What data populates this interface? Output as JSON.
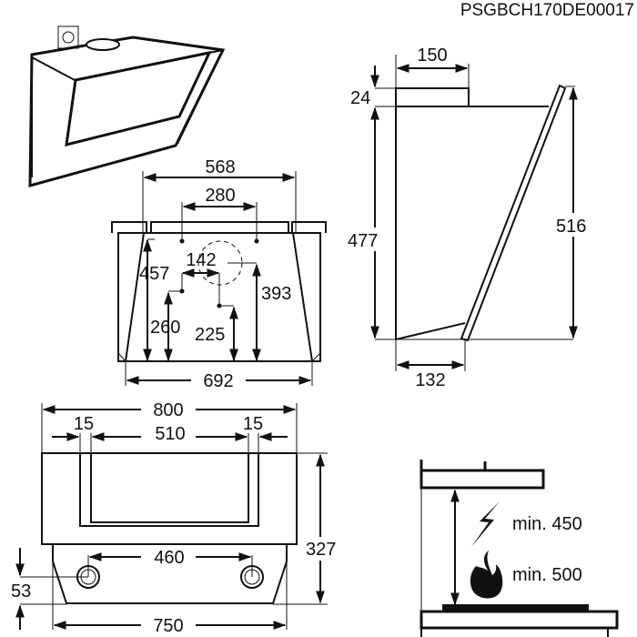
{
  "document_code": "PSGBCH170DE00017",
  "front_view": {
    "width_568": "568",
    "width_280": "280",
    "height_457": "457",
    "offset_142": "142",
    "height_393": "393",
    "height_260": "260",
    "height_225": "225",
    "width_692": "692"
  },
  "side_view": {
    "depth_150": "150",
    "height_24": "24",
    "height_477": "477",
    "height_516": "516",
    "depth_132": "132"
  },
  "bottom_view": {
    "width_800": "800",
    "margin_left_15": "15",
    "width_510": "510",
    "margin_right_15": "15",
    "spacing_460": "460",
    "height_327": "327",
    "offset_53": "53",
    "width_750": "750"
  },
  "clearance": {
    "electric_label": "min. 450",
    "gas_label": "min. 500",
    "icons": [
      "lightning-icon",
      "flame-icon"
    ]
  }
}
